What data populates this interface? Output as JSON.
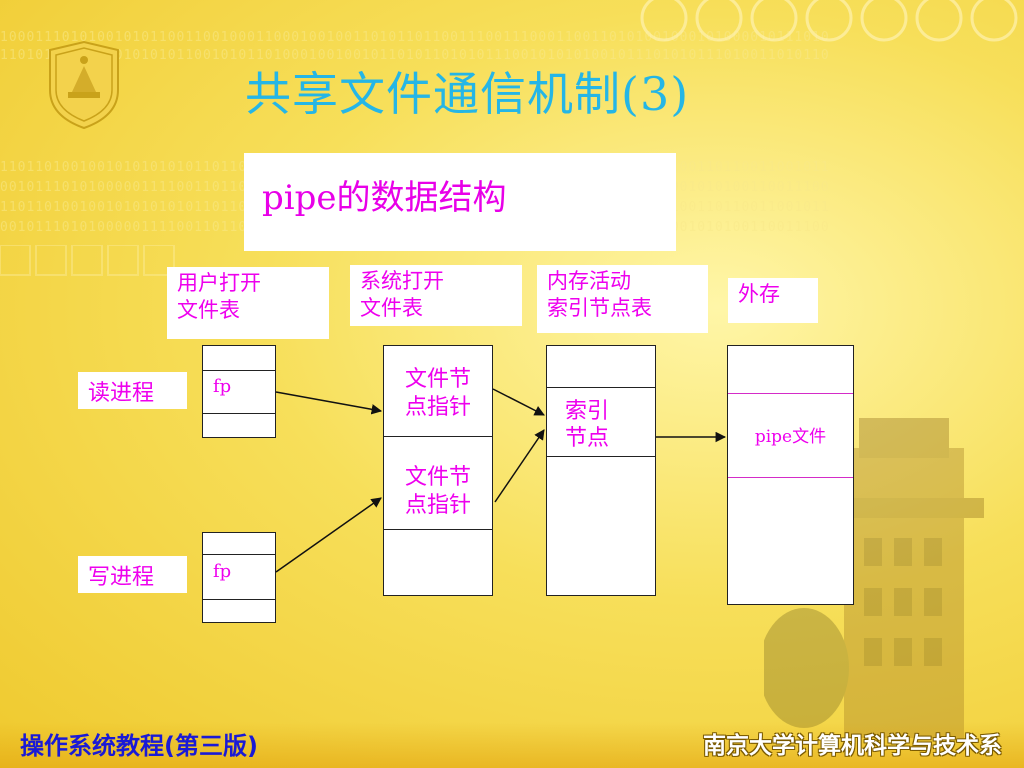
{
  "slide": {
    "title": "共享文件通信机制(3)",
    "subtitle": "pipe的数据结构",
    "footer_left": "操作系统教程(第三版)",
    "footer_right": "南京大学计算机科学与技术系",
    "background_binary": [
      "1000111010100101011001100100011000100100110101101100111001110001100110101001000101000010111010",
      "1101011101001010101011001010110100010010010110101101010111001010101001011101010111010011010110",
      "1101101001001010101010110110110100100101001001101110010100110110100101010101100110110011001011",
      "0010111010100000111100110110011100010010110101101101001110100101011010101011001010100110011100"
    ]
  },
  "columns": {
    "user_table": "用户打开\n文件表",
    "system_table": "系统打开\n文件表",
    "inode_table": "内存活动\n索引节点表",
    "external": "外存"
  },
  "processes": {
    "reader": "读进程",
    "writer": "写进程"
  },
  "cells": {
    "fp_read": "fp",
    "fp_write": "fp",
    "file_node_ptr_1": "文件节\n点指针",
    "file_node_ptr_2": "文件节\n点指针",
    "inode": "索引\n节点",
    "pipe_file": "pipe文件"
  },
  "colors": {
    "title": "#25b6e6",
    "accent_text": "#ee00ee",
    "footer_left": "#1a1ad6",
    "background": "#f7df5a"
  }
}
